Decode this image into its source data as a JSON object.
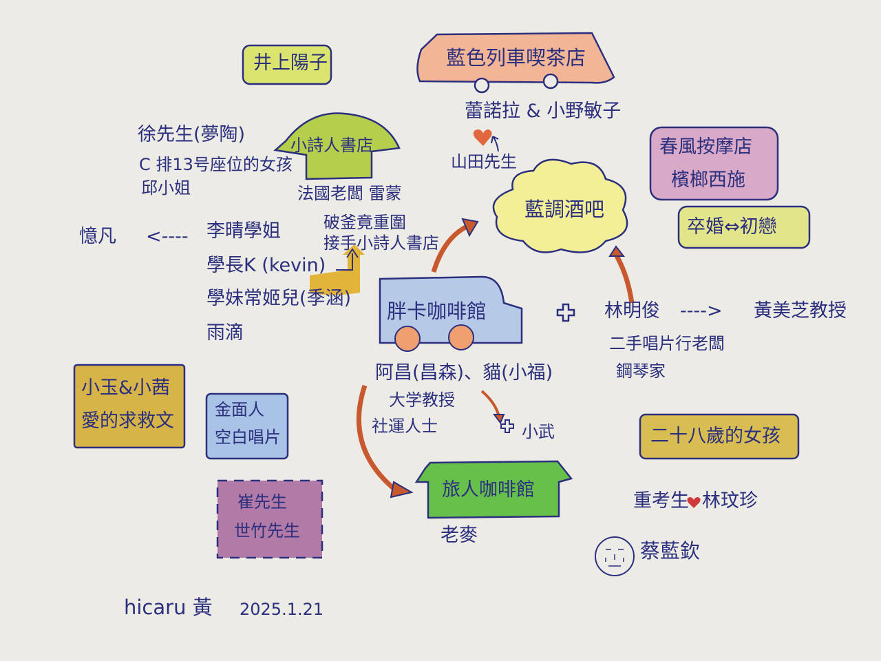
{
  "title": "咖啡館人物關係圖",
  "nodes": {
    "inoue_yoko": "井上陽子",
    "blue_train_cafe": "藍色列車喫茶店",
    "lenora_onoda": "蕾諾拉 & 小野敏子",
    "yamada": "山田先生",
    "xu": "徐先生(夢陶)",
    "seat_girl": "C 排13号座位的女孩",
    "qiu": "邱小姐",
    "poet_bookstore": "小詩人書店",
    "raymond": "法國老闆 雷蒙",
    "spring_massage": "春風按摩店",
    "betel_girl": "檳榔西施",
    "blues_bar": "藍調酒吧",
    "divorce_love": "卒婚⇔初戀",
    "yifan": "憶凡",
    "li_qing": "李晴學姐",
    "break_siege": "破釜竟重圍",
    "take_over": "接手小詩人書店",
    "kevin": "學長K (kevin)",
    "chang_jier": "學妹常姬兒(季涵)",
    "raindrop": "雨滴",
    "fat_car_cafe": "胖卡咖啡館",
    "lin_mingjun": "林明俊",
    "huang_professor": "黃美芝教授",
    "record_owner": "二手唱片行老闆",
    "pianist": "鋼琴家",
    "achang": "阿昌(昌森)、貓(小福)",
    "professor": "大学教授",
    "activist": "社運人士",
    "xiaowu": "小武",
    "xiaoyu_title": "小玉&小茜",
    "xiaoyu_sub": "愛的求救文",
    "gold_mask": "金面人",
    "blank_record": "空白唱片",
    "cui": "崔先生",
    "shizhu": "世竹先生",
    "traveler_cafe": "旅人咖啡館",
    "laomai": "老麥",
    "girl_28": "二十八歲的女孩",
    "retaker": "重考生",
    "lin_wenzhen": "林玟珍",
    "cai_lanqin": "蔡藍欽"
  },
  "arrows": {
    "dash_left": "<----",
    "dash_right": "---->",
    "heart": "♥"
  },
  "signature": {
    "name": "hicaru 黃",
    "date": "2025.1.21"
  },
  "colors": {
    "ink": "#2b2f7e",
    "arrow": "#c8582e",
    "paper": "#ecebe6"
  }
}
